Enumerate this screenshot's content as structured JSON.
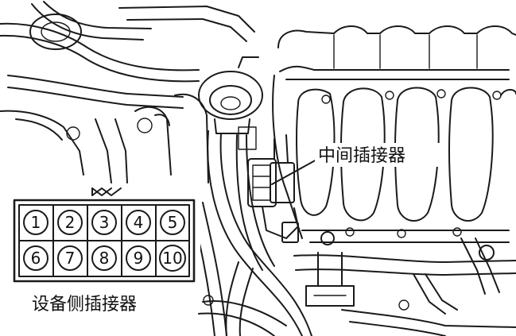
{
  "labels": {
    "intermediate_connector": "中间插接器",
    "equipment_side_connector": "设备侧插接器"
  },
  "connector": {
    "pins_top": [
      "1",
      "2",
      "3",
      "4",
      "5"
    ],
    "pins_bottom": [
      "6",
      "7",
      "8",
      "9",
      "10"
    ]
  }
}
